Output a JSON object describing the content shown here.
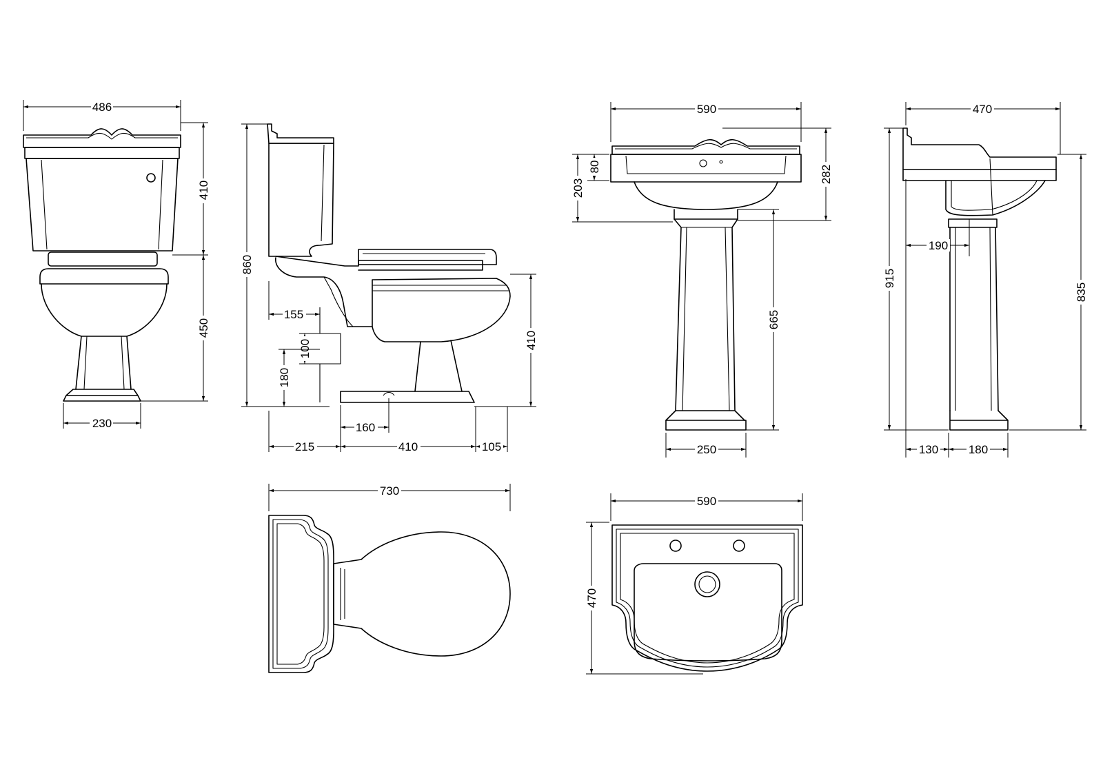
{
  "dimensions": {
    "wc_front_width": "486",
    "wc_cistern_height": "410",
    "wc_pan_height": "450",
    "wc_foot_width": "230",
    "wc_side_total_height": "860",
    "wc_waste_setback": "155",
    "wc_step_height": "100",
    "wc_outlet_height": "180",
    "wc_pan_rim_height": "410",
    "wc_outlet_centre": "160",
    "wc_cistern_depth": "215",
    "wc_pan_depth": "410",
    "wc_front_overhang": "105",
    "wc_plan_length": "730",
    "basin_front_width": "590",
    "basin_rim_height": "80",
    "basin_bowl_depth": "203",
    "basin_side_height": "282",
    "pedestal_height": "665",
    "pedestal_foot_width": "250",
    "basin_side_depth": "470",
    "basin_waste_offset": "190",
    "basin_total_height": "915",
    "basin_rim_floor_height": "835",
    "pedestal_setback": "130",
    "pedestal_side_width": "180",
    "basin_plan_width": "590",
    "basin_plan_depth": "470"
  }
}
